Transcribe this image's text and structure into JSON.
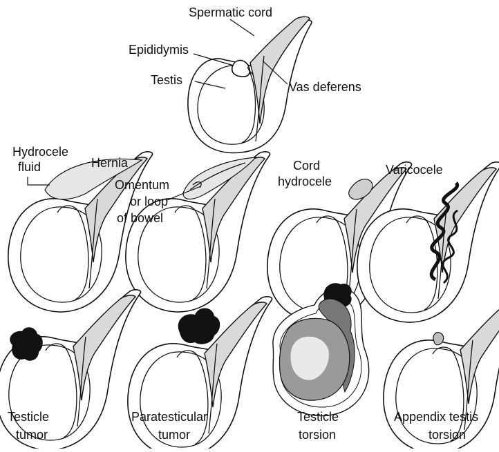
{
  "colors": {
    "line": "#111111",
    "cord_fill": "#d9d9d9",
    "fluid_fill": "#e6e6e6",
    "tumor": "#111111",
    "torsion_dark": "#555555"
  },
  "labels": {
    "spermatic_cord": "Spermatic cord",
    "epididymis": "Epididymis",
    "testis": "Testis",
    "vas_deferens": "Vas deferens",
    "hydrocele_fluid": [
      "Hydrocele",
      "fluid"
    ],
    "hernia": "Hernia",
    "omentum": [
      "Omentum",
      "or loop",
      "of bowel"
    ],
    "cord_hydrocele": [
      "Cord",
      "hydrocele"
    ],
    "varicocele": "Varicocele",
    "testicle_tumor": [
      "Testicle",
      "tumor"
    ],
    "paratesticular_tumor": [
      "Paratesticular",
      "tumor"
    ],
    "testicle_torsion": [
      "Testicle",
      "torsion"
    ],
    "appendix_testis_torsion": [
      "Appendix testis",
      "torsion"
    ]
  }
}
